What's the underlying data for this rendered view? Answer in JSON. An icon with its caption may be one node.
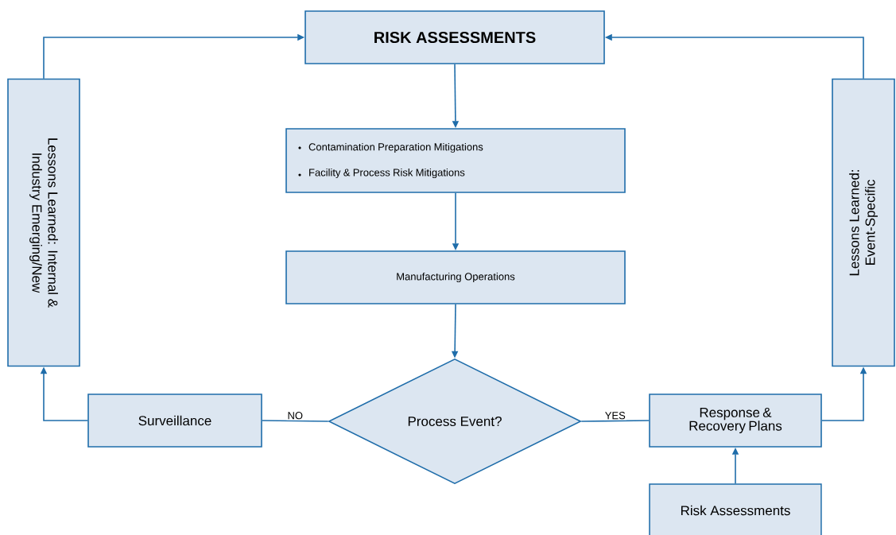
{
  "diagram": {
    "nodes": [
      {
        "text": [
          "RISK ASSESSMENTS"
        ]
      },
      {
        "text": [
          "Lessons Learned: Internal & Industry Emerging/New"
        ]
      },
      {
        "text": [
          "Lessons Learned: Event-Specific"
        ]
      },
      {
        "text": [
          "Contamination Preparation Mitigations",
          "Facility & Process Risk Mitigations"
        ]
      },
      {
        "text": [
          "Manufacturing Operations"
        ]
      },
      {
        "text": [
          "Process Event?"
        ]
      },
      {
        "text": [
          "Surveillance"
        ]
      },
      {
        "text": [
          "Response & Recovery Plans"
        ]
      },
      {
        "text": [
          "Risk Assessments"
        ]
      }
    ],
    "edges": [
      {
        "from": 0,
        "to": 3,
        "arrow": "to"
      },
      {
        "from": 3,
        "to": 4,
        "arrow": "to"
      },
      {
        "from": 4,
        "to": 5,
        "arrow": "to"
      },
      {
        "from": 5,
        "to": 6,
        "arrow": "none",
        "label": "NO"
      },
      {
        "from": 5,
        "to": 7,
        "arrow": "none",
        "label": "YES"
      },
      {
        "from": 6,
        "to": 1,
        "arrow": "to"
      },
      {
        "from": 1,
        "to": 0,
        "arrow": "to"
      },
      {
        "from": 7,
        "to": 2,
        "arrow": "to"
      },
      {
        "from": 2,
        "to": 0,
        "arrow": "to"
      },
      {
        "from": 8,
        "to": 7,
        "arrow": "to"
      }
    ]
  }
}
